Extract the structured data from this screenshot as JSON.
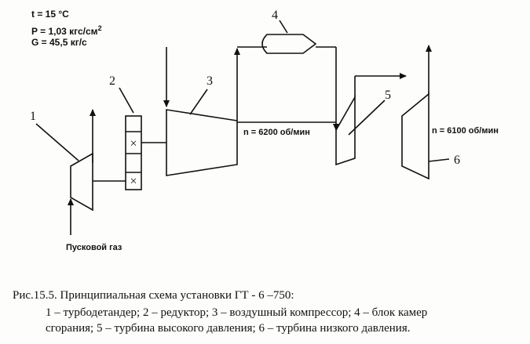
{
  "parameters": {
    "temperature": "t = 15 °C",
    "pressure_prefix": "P = 1,03 кгс/см",
    "pressure_sup": "2",
    "flow": "G = 45,5 кг/с"
  },
  "diagram": {
    "labels": {
      "n1": "1",
      "n2": "2",
      "n3": "3",
      "n4": "4",
      "n5": "5",
      "n6": "6"
    },
    "speed_hp": "n = 6200 об/мин",
    "speed_lp": "n = 6100 об/мин",
    "start_gas": "Пусковой газ",
    "reducer_symbol": "×"
  },
  "caption": {
    "line1": "Рис.15.5.  Принципиальная схема установки ГТ -  6 –750:",
    "line2": "1 – турбодетандер; 2 – редуктор; 3 – воздушный компрессор; 4 – блок камер",
    "line3": "сгорания; 5 – турбина высокого давления; 6 – турбина низкого давления."
  }
}
